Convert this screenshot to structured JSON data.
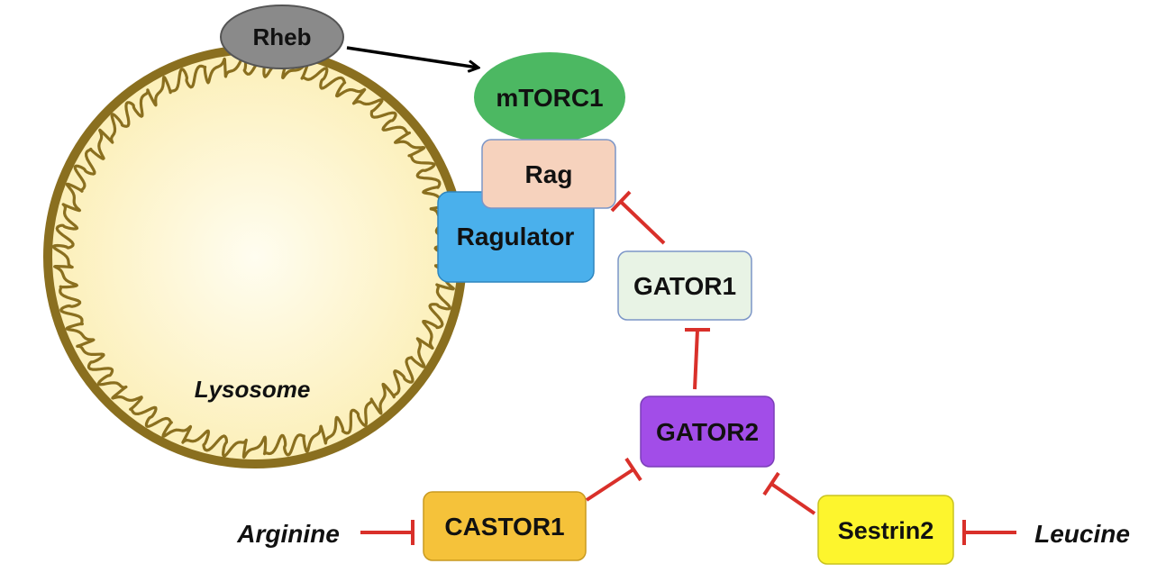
{
  "nodes": {
    "rheb": {
      "label": "Rheb",
      "color": "#8a8a8a"
    },
    "mtorc1": {
      "label": "mTORC1",
      "color": "#4cb862"
    },
    "rag": {
      "label": "Rag",
      "color": "#f6d2bd"
    },
    "ragulator": {
      "label": "Ragulator",
      "color": "#4ab0ec"
    },
    "gator1": {
      "label": "GATOR1",
      "color": "#e8f3e5"
    },
    "gator2": {
      "label": "GATOR2",
      "color": "#a24de8"
    },
    "castor1": {
      "label": "CASTOR1",
      "color": "#f5c23a"
    },
    "sestrin2": {
      "label": "Sestrin2",
      "color": "#fdf52d"
    }
  },
  "lysosome": {
    "label": "Lysosome",
    "fill": "#fdf3c8",
    "membrane": "#8a6f1f"
  },
  "inputs": {
    "arginine": "Arginine",
    "leucine": "Leucine"
  },
  "edges": [
    {
      "from": "rheb",
      "to": "mtorc1",
      "type": "activation",
      "color": "#000000"
    },
    {
      "from": "gator1",
      "to": "rag",
      "type": "inhibition",
      "color": "#d9302a"
    },
    {
      "from": "gator2",
      "to": "gator1",
      "type": "inhibition",
      "color": "#d9302a"
    },
    {
      "from": "castor1",
      "to": "gator2",
      "type": "inhibition",
      "color": "#d9302a"
    },
    {
      "from": "sestrin2",
      "to": "gator2",
      "type": "inhibition",
      "color": "#d9302a"
    },
    {
      "from": "arginine",
      "to": "castor1",
      "type": "inhibition",
      "color": "#d9302a"
    },
    {
      "from": "leucine",
      "to": "sestrin2",
      "type": "inhibition",
      "color": "#d9302a"
    }
  ]
}
